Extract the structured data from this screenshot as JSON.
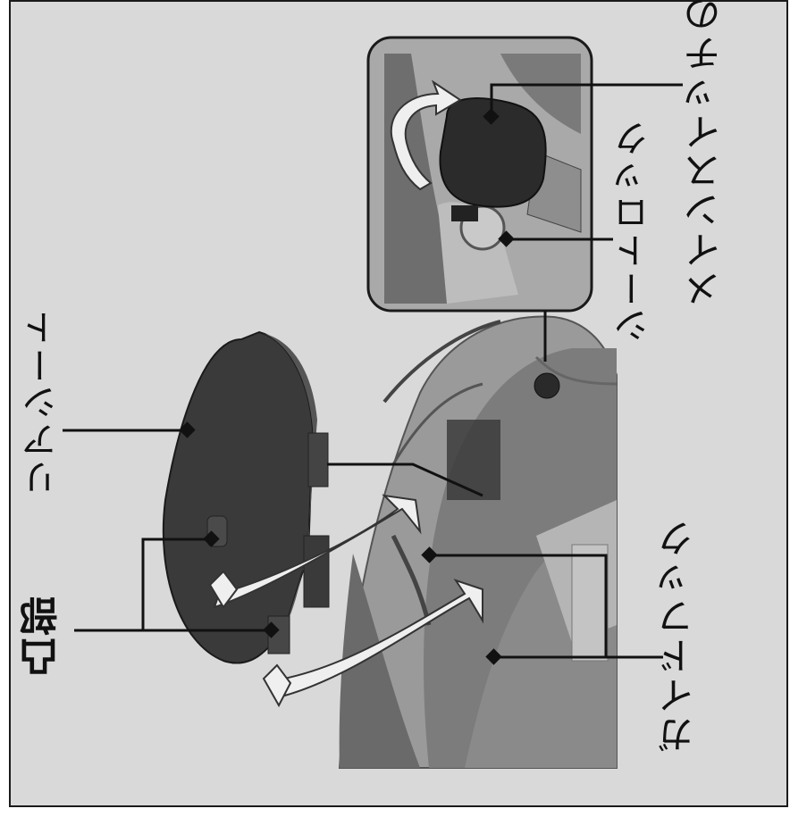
{
  "labels": {
    "rear_seat": "リアシート",
    "boss": "凸部",
    "guide_hook": "ガイドフック",
    "seat_lock": "シートロック",
    "main_switch_key": "メインスイッチのキー"
  },
  "colors": {
    "background": "#d9d9d9",
    "leader_line": "#111111",
    "seat": "#3a3a3a",
    "inset_border": "#1a1a1a",
    "arrow_fill": "#efefef"
  }
}
